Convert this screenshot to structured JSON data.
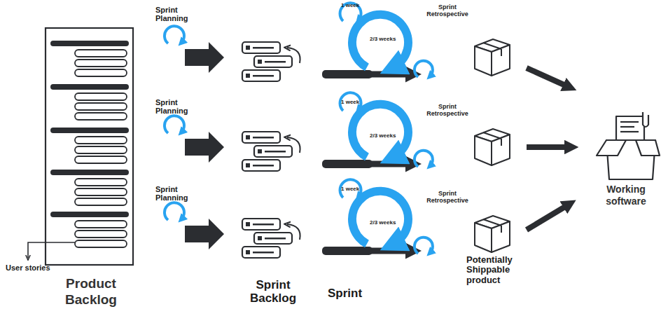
{
  "diagram": {
    "nodes": [
      {
        "text": [
          "Product Backlog"
        ]
      },
      {
        "text": [
          "Working software"
        ]
      }
    ],
    "labels": [
      "User stories",
      "Sprint Planning",
      "1 week",
      "2/3 weeks",
      "Sprint Retrospective",
      "Sprint Planning",
      "1 week",
      "2/3 weeks",
      "Sprint Retrospective",
      "Sprint Planning",
      "1 week",
      "2/3 weeks",
      "Sprint Retrospective",
      "Sprint Backlog",
      "Sprint",
      "Potentially Shippable product"
    ]
  }
}
